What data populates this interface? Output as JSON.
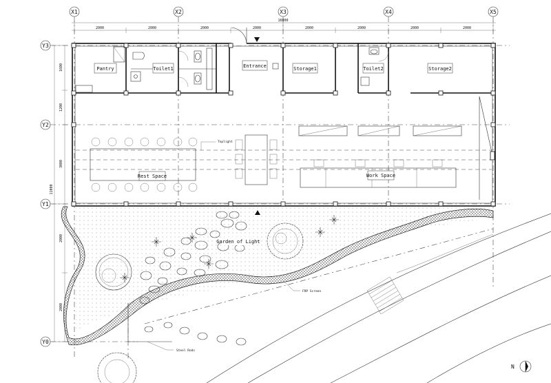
{
  "grid": {
    "x_labels": [
      "X1",
      "X2",
      "X3",
      "X4",
      "X5"
    ],
    "y_labels": [
      "Y3",
      "Y2",
      "Y1",
      "Y0"
    ]
  },
  "dimensions": {
    "overall": "16000",
    "top_segments": [
      "2000",
      "2000",
      "2000",
      "2000",
      "2000",
      "2000",
      "2000",
      "2000"
    ],
    "left_segments": [
      "1600",
      "1200",
      "3000",
      "2000",
      "2000"
    ],
    "left_overall": "11000"
  },
  "rooms": {
    "pantry": "Pantry",
    "toilet1": "Toilet1",
    "entrance": "Entrance",
    "storage1": "Storage1",
    "toilet2": "Toilet2",
    "storage2": "Storage2",
    "rest_space": "Rest Space",
    "work_space": "Work Space",
    "garden": "Garden of Light"
  },
  "annotations": {
    "toplight": "Toplight",
    "frp_screen": "FRP Screen",
    "steel_rods": "Steel Rods"
  },
  "north_label": "N"
}
